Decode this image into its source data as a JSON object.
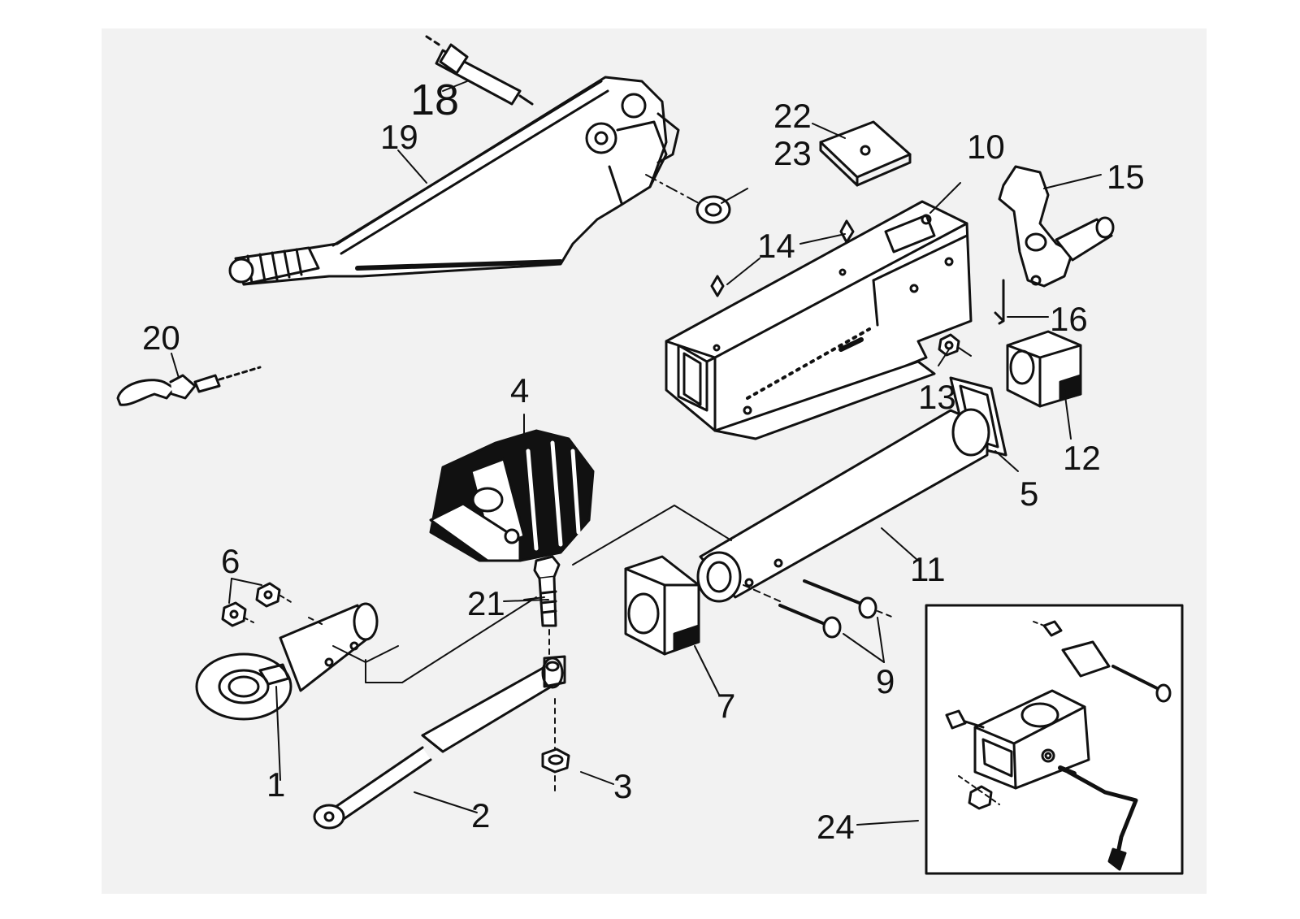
{
  "diagram": {
    "callouts": [
      {
        "id": "c1",
        "text": "1"
      },
      {
        "id": "c2",
        "text": "2"
      },
      {
        "id": "c3",
        "text": "3"
      },
      {
        "id": "c4",
        "text": "4"
      },
      {
        "id": "c5",
        "text": "5"
      },
      {
        "id": "c6",
        "text": "6"
      },
      {
        "id": "c7",
        "text": "7"
      },
      {
        "id": "c9",
        "text": "9"
      },
      {
        "id": "c10",
        "text": "10"
      },
      {
        "id": "c11",
        "text": "11"
      },
      {
        "id": "c12",
        "text": "12"
      },
      {
        "id": "c13",
        "text": "13"
      },
      {
        "id": "c14",
        "text": "14"
      },
      {
        "id": "c15",
        "text": "15"
      },
      {
        "id": "c16",
        "text": "16"
      },
      {
        "id": "c18",
        "text": "18"
      },
      {
        "id": "c19",
        "text": "19"
      },
      {
        "id": "c20",
        "text": "20"
      },
      {
        "id": "c21",
        "text": "21"
      },
      {
        "id": "c22",
        "text": "22"
      },
      {
        "id": "c23",
        "text": "23"
      },
      {
        "id": "c24",
        "text": "24"
      }
    ]
  },
  "colors": {
    "background": "#ffffff",
    "page": "#f2f2f2",
    "ink": "#111111"
  }
}
